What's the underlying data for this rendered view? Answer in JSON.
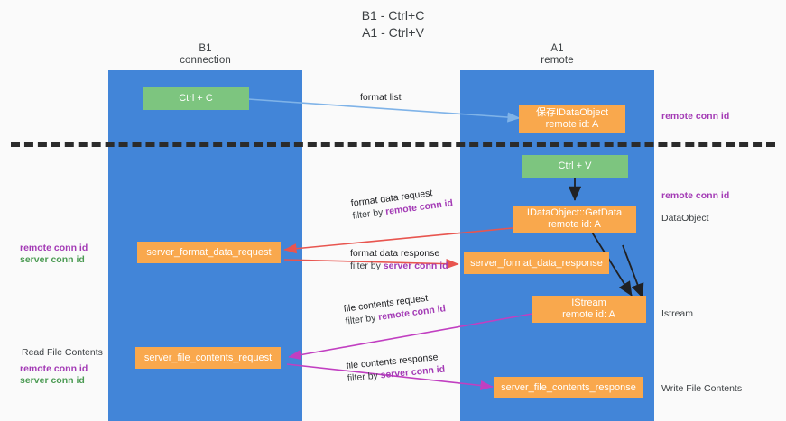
{
  "diagram": {
    "title_line1": "B1 - Ctrl+C",
    "title_line2": "A1 - Ctrl+V",
    "columns": [
      {
        "name": "B1",
        "role": "connection"
      },
      {
        "name": "A1",
        "role": "remote"
      }
    ],
    "colors": {
      "lane": "#4285d8",
      "green_box": "#7dc57f",
      "orange_box": "#f9a84d",
      "purple_text": "#a33ab5",
      "green_text": "#4a9a52",
      "arrow_blue": "#7fb3e8",
      "arrow_red": "#e8554f",
      "arrow_magenta": "#c13fc1",
      "arrow_black": "#202124",
      "divider": "#2b2b2b"
    },
    "boxes": {
      "ctrl_c": "Ctrl + C",
      "ctrl_v": "Ctrl + V",
      "idataobject_title": "保存IDataObject",
      "idataobject_sub": "remote id: A",
      "getdata_title": "IDataObject::GetData",
      "getdata_sub": "remote id: A",
      "istream_title": "IStream",
      "istream_sub": "remote id: A",
      "server_format_data_request": "server_format_data_request",
      "server_format_data_response": "server_format_data_response",
      "server_file_contents_request": "server_file_contents_request",
      "server_file_contents_response": "server_file_contents_response"
    },
    "edge_labels": {
      "format_list": "format list",
      "format_data_request": "format data request",
      "format_data_request_filter_prefix": "filter by ",
      "format_data_request_filter_key": "remote conn id",
      "format_data_response": "format data response",
      "format_data_response_filter_prefix": "filter by ",
      "format_data_response_filter_key": "server conn id",
      "file_contents_request": "file contents request",
      "file_contents_request_filter_prefix": "filter by ",
      "file_contents_request_filter_key": "remote conn id",
      "file_contents_response": "file contents response",
      "file_contents_response_filter_prefix": "filter by ",
      "file_contents_response_filter_key": "server conn id"
    },
    "side_labels": {
      "right_remote_conn_id_top": "remote conn id",
      "right_remote_conn_id_mid": "remote conn id",
      "right_dataobject": "DataObject",
      "right_istream": "Istream",
      "right_write_file_contents": "Write File Contents",
      "left_remote_conn_id_mid": "remote conn id",
      "left_server_conn_id_mid": "server conn id",
      "left_read_file_contents": "Read File Contents",
      "left_remote_conn_id_bottom": "remote conn id",
      "left_server_conn_id_bottom": "server conn id"
    }
  }
}
